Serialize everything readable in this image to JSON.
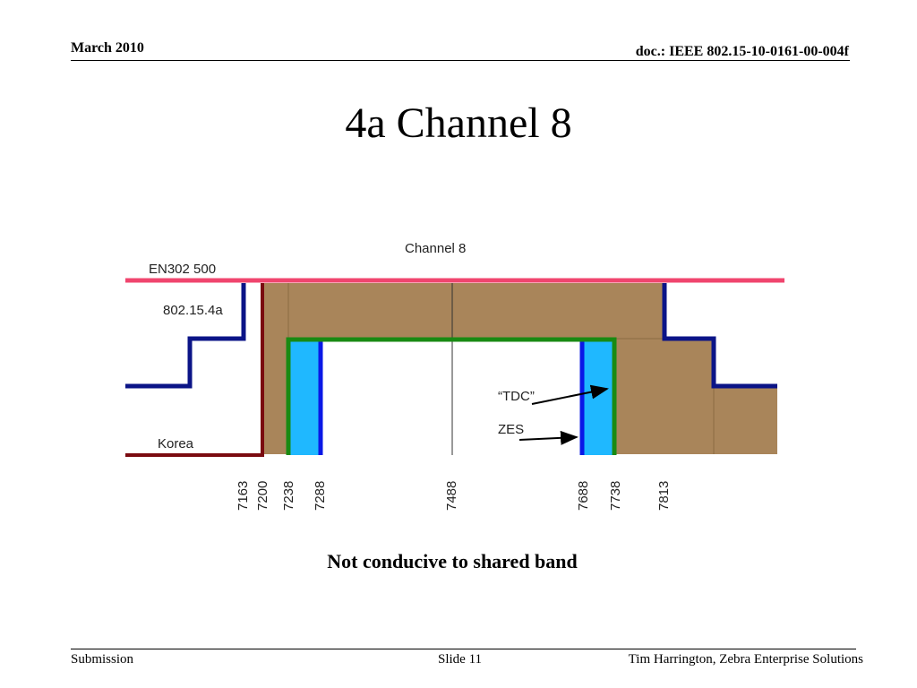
{
  "header": {
    "date": "March 2010",
    "doc": "doc.: IEEE 802.15-10-0161-00-004f"
  },
  "title": "4a Channel 8",
  "diagram": {
    "channel_label": "Channel 8",
    "en_label": "EN302 500",
    "std_label": "802.15.4a",
    "korea_label": "Korea",
    "tdc_label": "“TDC”",
    "zes_label": "ZES",
    "ticks": [
      "7163",
      "7200",
      "7238",
      "7288",
      "7488",
      "7688",
      "7738",
      "7813"
    ],
    "colors": {
      "en302": "#f0456e",
      "std": "#0b1487",
      "korea": "#7a0a10",
      "brown": "#a9855a",
      "zes_fill": "#1fb8ff",
      "green": "#198a13",
      "blue_edge": "#0a18e6"
    }
  },
  "caption": "Not conducive to shared band",
  "footer": {
    "left": "Submission",
    "center": "Slide 11",
    "right": "Tim Harrington, Zebra Enterprise Solutions"
  }
}
